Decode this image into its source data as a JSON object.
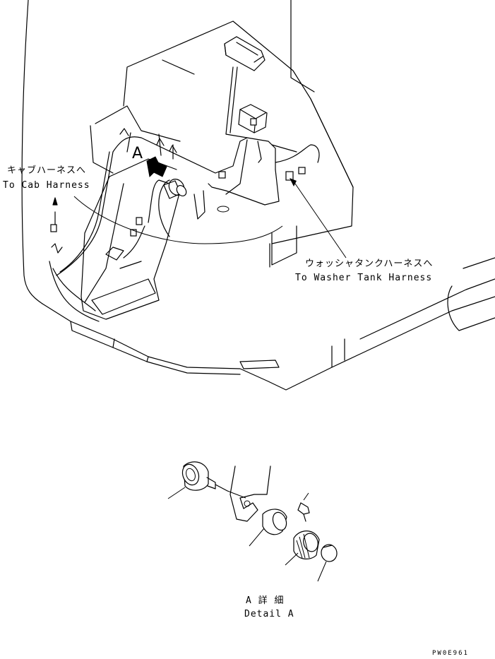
{
  "labels": {
    "cab_harness_jp": "キャブハーネスへ",
    "cab_harness_en": "To Cab Harness",
    "washer_tank_jp": "ウォッシャタンクハーネスへ",
    "washer_tank_en": "To Washer Tank Harness",
    "view_marker": "A",
    "detail_jp": "A 詳 細",
    "detail_en": "Detail A",
    "drawing_code": "PW0E961"
  },
  "colors": {
    "line": "#000000",
    "background": "#ffffff"
  }
}
